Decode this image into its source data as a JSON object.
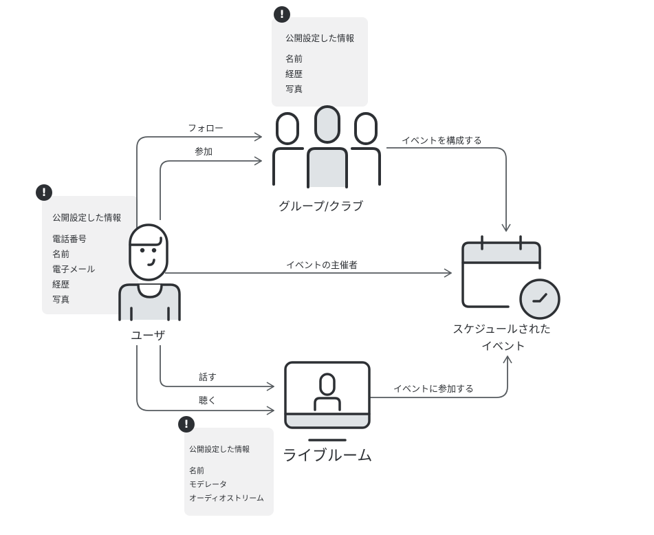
{
  "colors": {
    "stroke": "#2d3034",
    "fill_light": "#dfe3e6",
    "card_bg": "#f1f1f2",
    "arrow": "#555a5e"
  },
  "nodes": {
    "user": {
      "label": "ユーザ",
      "icon": "user-icon"
    },
    "group": {
      "label": "グループ/クラブ",
      "icon": "group-icon"
    },
    "event": {
      "label_line1": "スケジュールされた",
      "label_line2": "イベント",
      "icon": "calendar-clock-icon"
    },
    "liveroom": {
      "label": "ライブルーム",
      "icon": "monitor-user-icon"
    }
  },
  "edges": {
    "follow": "フォロー",
    "join": "参加",
    "compose_event": "イベントを構成する",
    "event_host": "イベントの主催者",
    "speak": "話す",
    "listen": "聴く",
    "join_event": "イベントに参加する"
  },
  "info_cards": {
    "group": {
      "icon": "exclamation-icon",
      "title": "公開設定した情報",
      "items": [
        "名前",
        "経歴",
        "写真"
      ]
    },
    "user": {
      "icon": "exclamation-icon",
      "title": "公開設定した情報",
      "items": [
        "電話番号",
        "名前",
        "電子メール",
        "経歴",
        "写真"
      ]
    },
    "liveroom": {
      "icon": "exclamation-icon",
      "title": "公開設定した情報",
      "items": [
        "名前",
        "モデレータ",
        "オーディオストリーム"
      ]
    }
  }
}
